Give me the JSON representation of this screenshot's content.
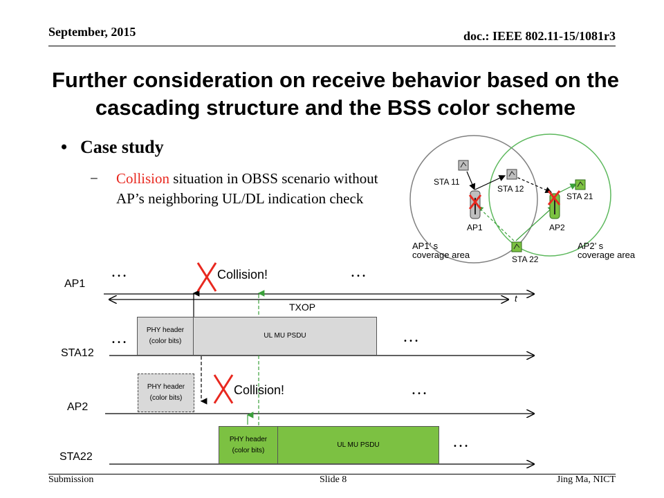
{
  "header": {
    "date": "September, 2015",
    "doc": "doc.: IEEE 802.11-15/1081r3"
  },
  "title": "Further consideration on receive behavior based on the cascading structure and the BSS color scheme",
  "bullet": {
    "marker": "•",
    "text": "Case study"
  },
  "sub": {
    "dash": "−",
    "highlight": "Collision",
    "rest": " situation in OBSS scenario without AP’s neighboring UL/DL indication check"
  },
  "network": {
    "nodes": {
      "sta11": "STA 11",
      "sta12": "STA 12",
      "sta21": "STA 21",
      "sta22": "STA 22",
      "ap1": "AP1",
      "ap2": "AP2"
    },
    "coverage1": [
      "AP1’ s",
      "coverage area"
    ],
    "coverage2": [
      "AP2’ s",
      "coverage area"
    ],
    "colors": {
      "bss1": "#808080",
      "bss2": "#5cb85c",
      "collision": "#e8281f"
    }
  },
  "timeline": {
    "rows": [
      "AP1",
      "STA12",
      "AP2",
      "STA22"
    ],
    "ellipsis": "…",
    "txop": "TXOP",
    "t_label": "t",
    "collision": "Collision!",
    "phy_header": [
      "PHY header",
      "(color bits)"
    ],
    "psdu": "UL MU PSDU",
    "colors": {
      "sta12_fill": "#d9d9d9",
      "ap2_fill": "#d9d9d9",
      "sta22_fill": "#7cc142"
    }
  },
  "footer": {
    "left": "Submission",
    "center": "Slide 8",
    "right": "Jing Ma, NICT"
  }
}
